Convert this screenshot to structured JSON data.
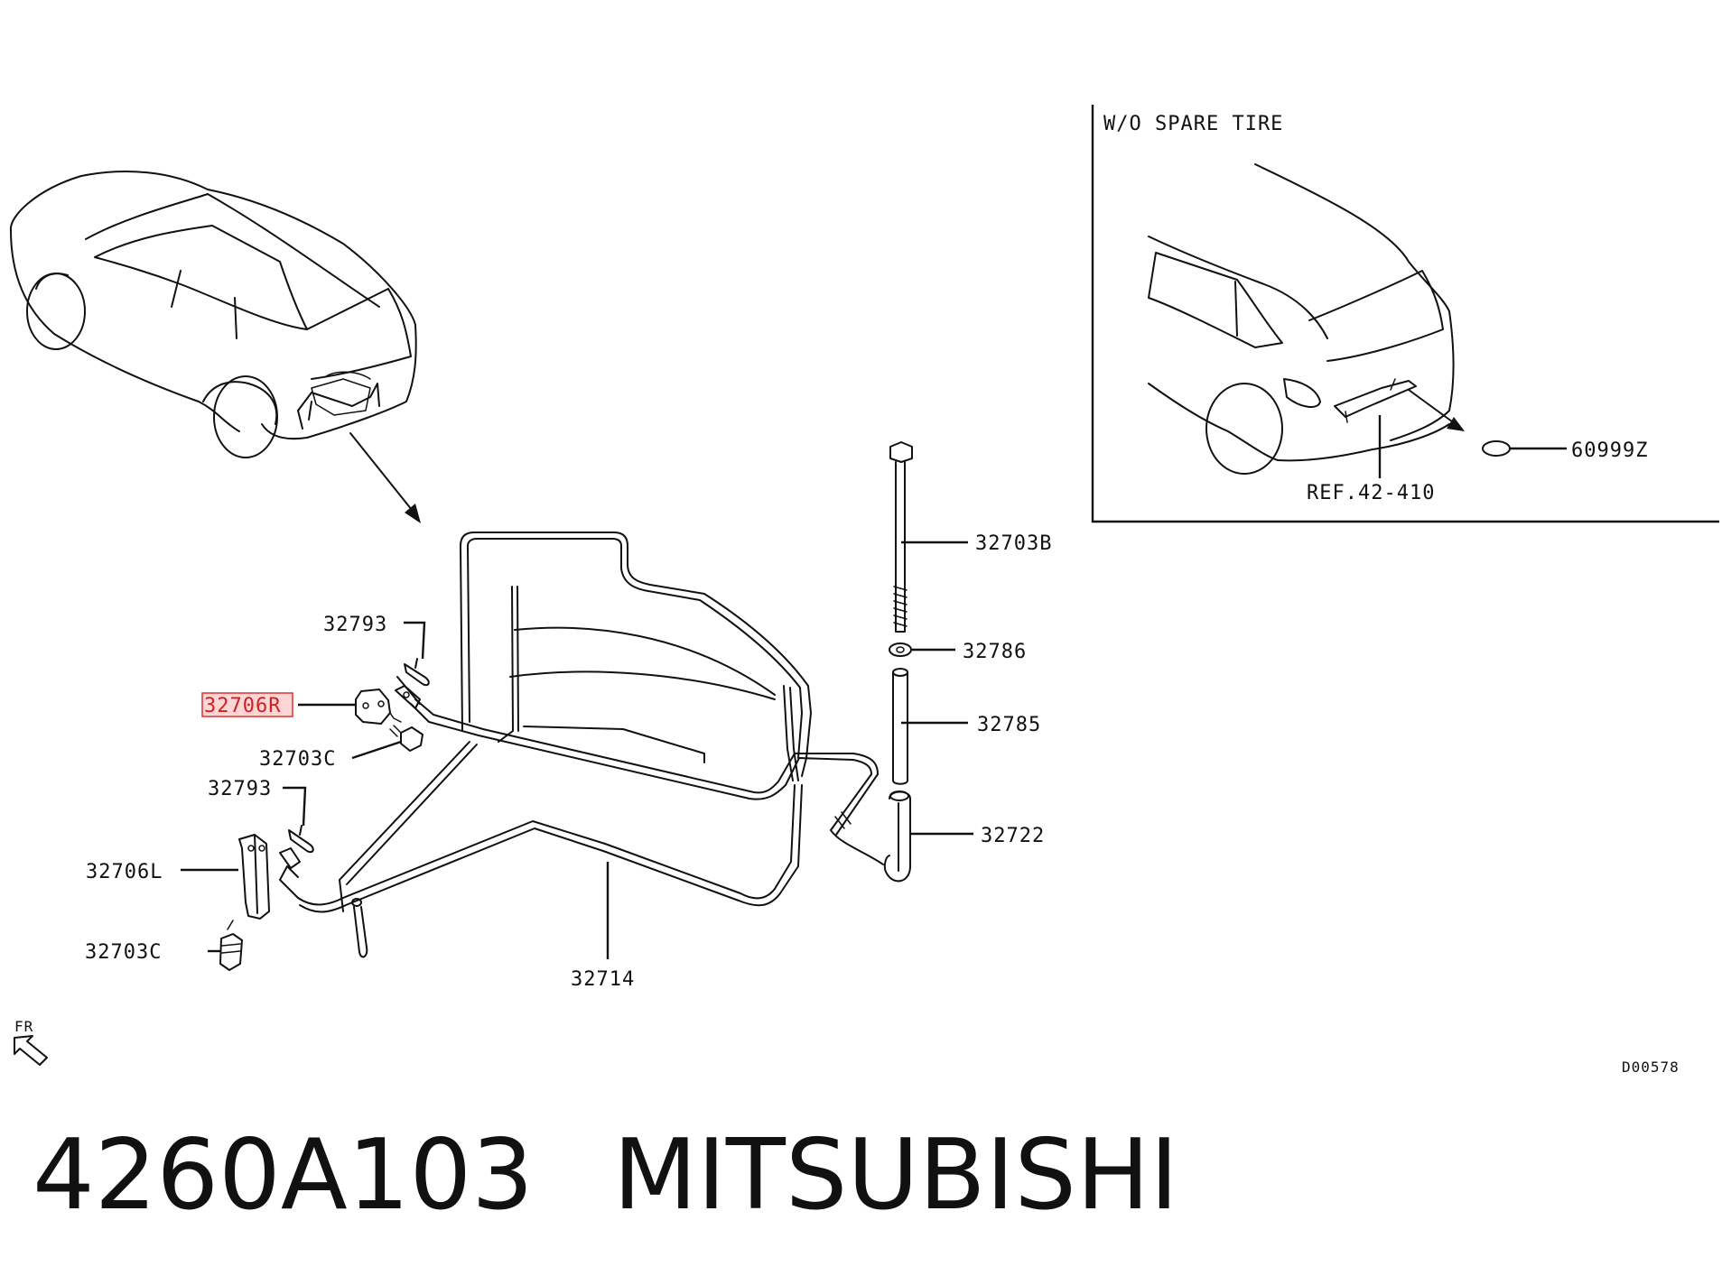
{
  "labels": {
    "inset_title": "W/O SPARE TIRE",
    "p32703b": "32703B",
    "p32786": "32786",
    "p32785": "32785",
    "p32722": "32722",
    "p32714": "32714",
    "p32793_top": "32793",
    "p32706r": "32706R",
    "p32703c_top": "32703C",
    "p32793_bottom": "32793",
    "p32706l": "32706L",
    "p32703c_bottom": "32703C",
    "ref": "REF.42-410",
    "p60999z": "60999Z",
    "fr": "FR",
    "diagram_code": "D00578"
  },
  "caption": {
    "part_number": "4260A103",
    "brand": "MITSUBISHI"
  },
  "colors": {
    "line": "#111111",
    "highlight": "#e03030",
    "background": "#ffffff"
  }
}
